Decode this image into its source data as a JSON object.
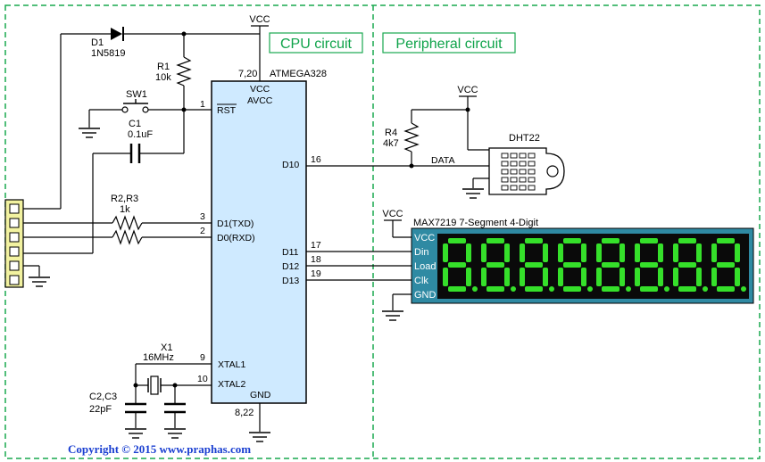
{
  "sections": {
    "cpu": "CPU circuit",
    "peripheral": "Peripheral circuit"
  },
  "colors": {
    "section_border": "#19a84f",
    "mcu_fill": "#cfeaff",
    "display_frame": "#2f8aa3",
    "display_body": "#0a0a0a",
    "segment_on": "#35e02a",
    "connector": "#f2f2a0",
    "copyright": "#1a3fd1"
  },
  "mcu": {
    "name": "ATMEGA328",
    "top_pins": "7,20",
    "bottom_pins": "8,22",
    "left_pins": [
      {
        "num": "1",
        "label": "RST"
      },
      {
        "num": "3",
        "label": "D1(TXD)"
      },
      {
        "num": "2",
        "label": "D0(RXD)"
      },
      {
        "num": "9",
        "label": "XTAL1"
      },
      {
        "num": "10",
        "label": "XTAL2"
      }
    ],
    "right_pins": [
      {
        "num": "16",
        "label": "D10"
      },
      {
        "num": "17",
        "label": "D11"
      },
      {
        "num": "18",
        "label": "D12"
      },
      {
        "num": "19",
        "label": "D13"
      }
    ],
    "vcc": "VCC",
    "avcc": "AVCC",
    "gnd": "GND"
  },
  "components": {
    "d1": {
      "ref": "D1",
      "value": "1N5819"
    },
    "r1": {
      "ref": "R1",
      "value": "10k"
    },
    "sw1": {
      "ref": "SW1"
    },
    "c1": {
      "ref": "C1",
      "value": "0.1uF"
    },
    "r23": {
      "ref": "R2,R3",
      "value": "1k"
    },
    "x1": {
      "ref": "X1",
      "value": "16MHz"
    },
    "c23": {
      "ref": "C2,C3",
      "value": "22pF"
    },
    "r4": {
      "ref": "R4",
      "value": "4k7"
    },
    "dht": {
      "name": "DHT22",
      "pin": "DATA"
    }
  },
  "power": {
    "vcc": "VCC"
  },
  "display": {
    "title": "MAX7219  7-Segment  4-Digit",
    "pins": [
      "VCC",
      "Din",
      "Load",
      "Clk",
      "GND"
    ],
    "digits": 8
  },
  "copyright": "Copyright © 2015 www.praphas.com"
}
